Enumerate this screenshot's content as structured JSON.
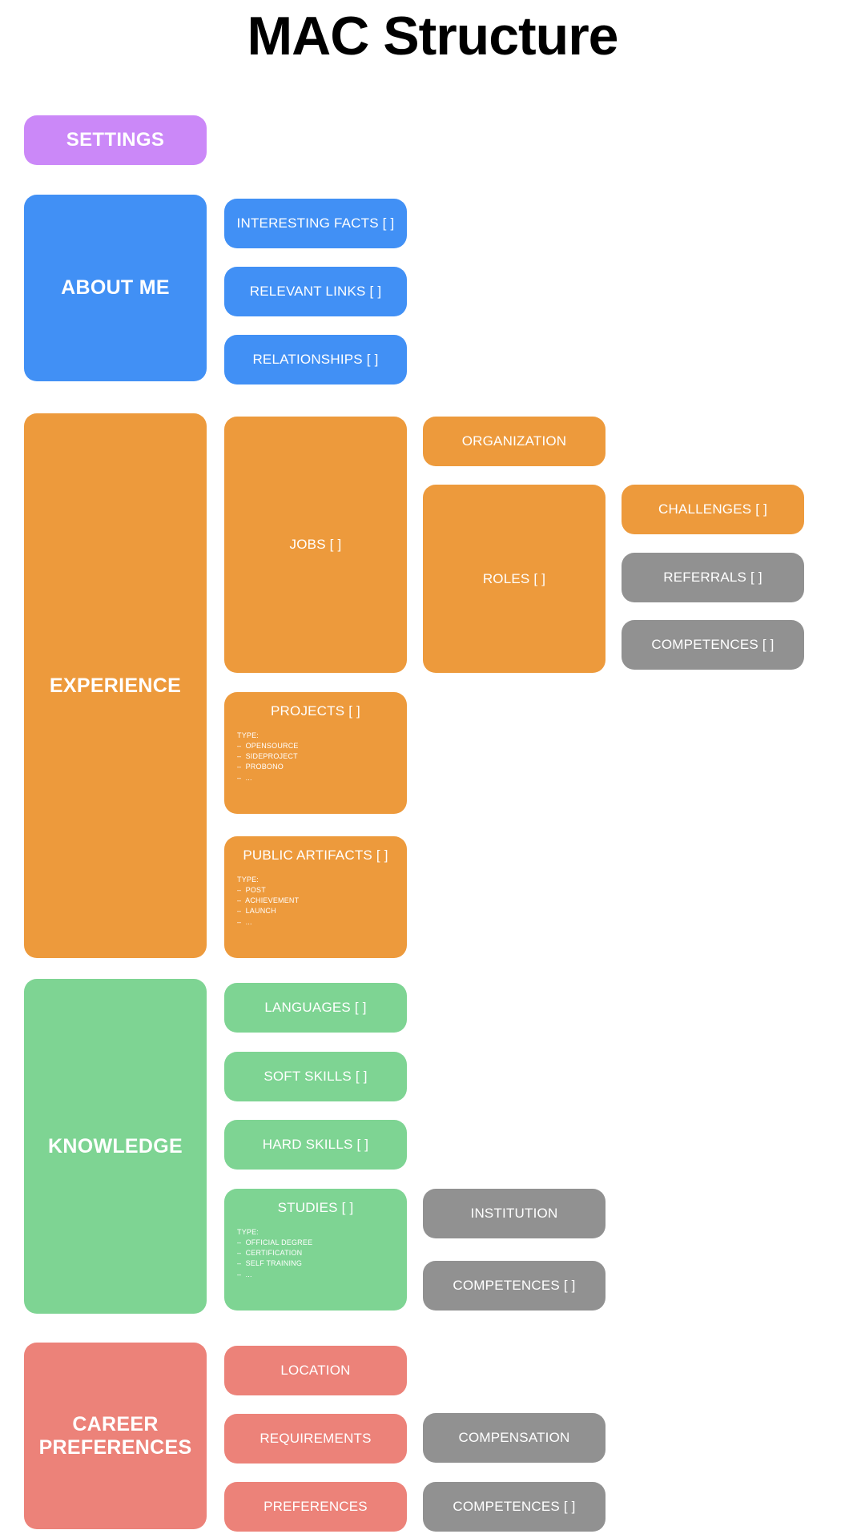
{
  "title": "MAC Structure",
  "colors": {
    "purple": "#cb88f8",
    "blue": "#4190f5",
    "orange": "#ed9a3c",
    "green": "#7ed493",
    "salmon": "#ec8279",
    "gray": "#919191",
    "background": "#ffffff",
    "text_on_box": "#ffffff",
    "title_text": "#000000"
  },
  "settings": {
    "label": "SETTINGS"
  },
  "about_me": {
    "label": "ABOUT ME",
    "children": [
      {
        "label": "INTERESTING FACTS [ ]"
      },
      {
        "label": "RELEVANT LINKS [ ]"
      },
      {
        "label": "RELATIONSHIPS [ ]"
      }
    ]
  },
  "experience": {
    "label": "EXPERIENCE",
    "jobs": {
      "label": "JOBS [ ]"
    },
    "organization": {
      "label": "ORGANIZATION"
    },
    "roles": {
      "label": "ROLES [ ]"
    },
    "challenges": {
      "label": "CHALLENGES [ ]"
    },
    "referrals": {
      "label": "REFERRALS [ ]"
    },
    "competences": {
      "label": "COMPETENCES [ ]"
    },
    "projects": {
      "label": "PROJECTS [ ]",
      "type_heading": "TYPE:",
      "type_items": [
        "–  OPENSOURCE",
        "–  SIDEPROJECT",
        "–  PROBONO",
        "–  ..."
      ]
    },
    "public_artifacts": {
      "label": "PUBLIC ARTIFACTS [ ]",
      "type_heading": "TYPE:",
      "type_items": [
        "–  POST",
        "–  ACHIEVEMENT",
        "–  LAUNCH",
        "–  ..."
      ]
    }
  },
  "knowledge": {
    "label": "KNOWLEDGE",
    "languages": {
      "label": "LANGUAGES [ ]"
    },
    "soft_skills": {
      "label": "SOFT SKILLS [ ]"
    },
    "hard_skills": {
      "label": "HARD SKILLS [ ]"
    },
    "studies": {
      "label": "STUDIES [ ]",
      "type_heading": "TYPE:",
      "type_items": [
        "–  OFFICIAL DEGREE",
        "–  CERTIFICATION",
        "–  SELF TRAINING",
        "–  ..."
      ]
    },
    "institution": {
      "label": "INSTITUTION"
    },
    "competences": {
      "label": "COMPETENCES [ ]"
    }
  },
  "career_preferences": {
    "label": "CAREER\nPREFERENCES",
    "location": {
      "label": "LOCATION"
    },
    "requirements": {
      "label": "REQUIREMENTS"
    },
    "preferences": {
      "label": "PREFERENCES"
    },
    "compensation": {
      "label": "COMPENSATION"
    },
    "competences": {
      "label": "COMPETENCES [ ]"
    }
  }
}
